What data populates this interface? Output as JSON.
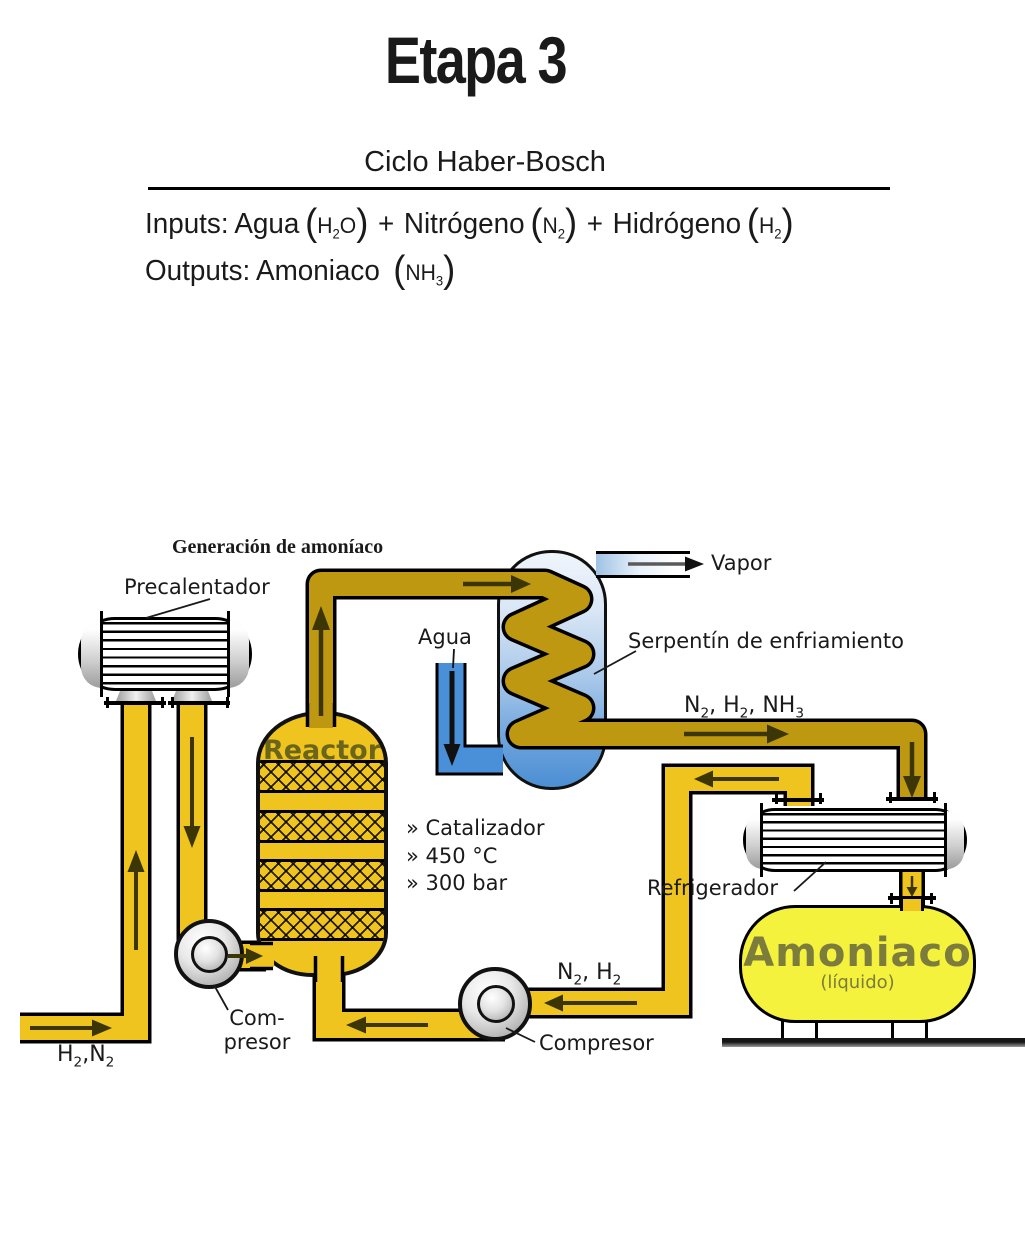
{
  "header": {
    "title": "Etapa 3",
    "subtitle": "Ciclo Haber-Bosch",
    "inputs_label": "Inputs:",
    "input1_name": "Agua",
    "input1_formula": "H_2O",
    "plus": "+",
    "input2_name": "Nitrógeno",
    "input2_formula": "N_2",
    "input3_name": "Hidrógeno",
    "input3_formula": "H_2",
    "outputs_label": "Outputs:",
    "output1_name": "Amoniaco",
    "output1_formula": "NH_3",
    "paren_open": "(",
    "paren_close": ")"
  },
  "diagram": {
    "section_title": "Generación de amoníaco",
    "labels": {
      "preheater": "Precalentador",
      "reactor": "Reactor",
      "vapor": "Vapor",
      "water": "Agua",
      "cooling_coil": "Serpentín de enfriamiento",
      "stream_out": "N_2, H_2, NH_3",
      "catalyst_bullet": "» Catalizador",
      "temp_bullet": "» 450 °C",
      "pressure_bullet": "» 300 bar",
      "cooler": "Refrigerador",
      "recycle_stream": "N_2, H_2",
      "compressor2": "Compresor",
      "compressor1_line1": "Com-",
      "compressor1_line2": "presor",
      "feed_stream": "H_2,N_2",
      "tank_name": "Amoniaco",
      "tank_state": "(líquido)"
    },
    "colors": {
      "pipe_yellow": "#F0C41E",
      "pipe_gold": "#BE9810",
      "water_blue": "#4A90D8",
      "vessel_blue_top": "#F0F5FC",
      "vessel_blue_bottom": "#4C8FD3",
      "tank_yellow": "#F4F23C",
      "reactor_label_color": "#6B651B",
      "tank_label_color": "#7C7C3C",
      "arrow_dark": "#3C3607"
    }
  }
}
